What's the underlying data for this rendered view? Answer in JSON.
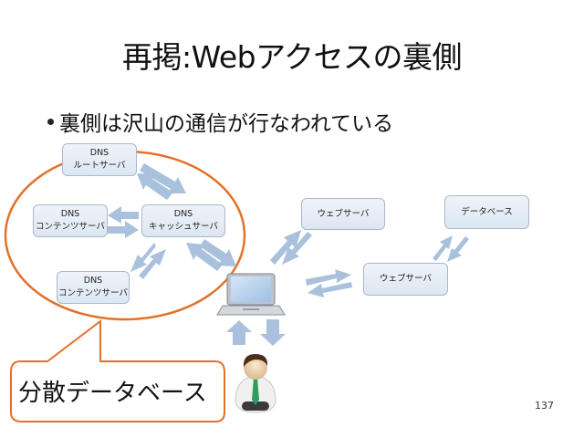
{
  "slide": {
    "title": "再掲:Webアクセスの裏側",
    "bullet": "裏側は沢山の通信が行なわれている",
    "page_number": "137"
  },
  "nodes": {
    "dns_root": {
      "line1": "DNS",
      "line2": "ルートサーバ"
    },
    "dns_content_1": {
      "line1": "DNS",
      "line2": "コンテンツサーバ"
    },
    "dns_cache": {
      "line1": "DNS",
      "line2": "キャッシュサーバ"
    },
    "dns_content_2": {
      "line1": "DNS",
      "line2": "コンテンツサーバ"
    },
    "web_server_1": {
      "label": "ウェブサーバ"
    },
    "web_server_2": {
      "label": "ウェブサーバ"
    },
    "database": {
      "label": "データベース"
    }
  },
  "callout": {
    "label": "分散データベース"
  },
  "colors": {
    "accent_orange": "#e2712a",
    "arrow_blue": "#a9c1dc",
    "node_border": "#a9b8cc"
  }
}
